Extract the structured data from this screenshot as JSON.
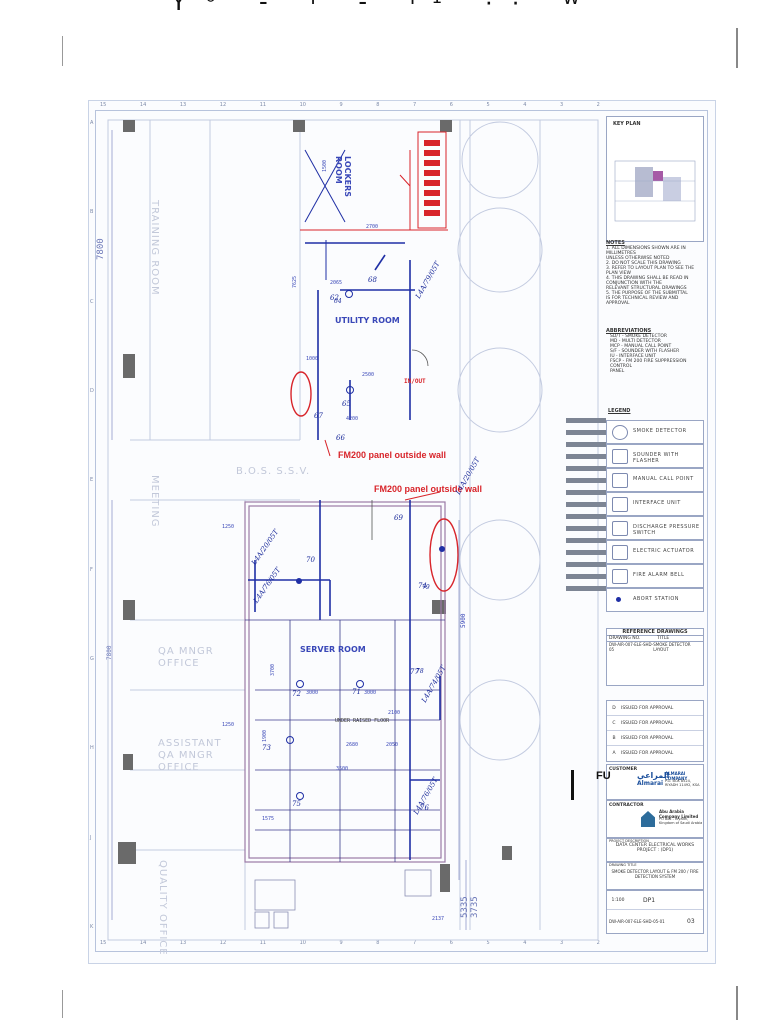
{
  "header_scribble": "Ÿ⁰ - ᴵ - ᴵ¹ ·· ᵂ",
  "grid": {
    "top_numbers": [
      "15",
      "14",
      "13",
      "12",
      "11",
      "10",
      "9",
      "8",
      "7",
      "6",
      "5",
      "4",
      "3",
      "2"
    ],
    "bottom_numbers": [
      "15",
      "14",
      "13",
      "12",
      "11",
      "10",
      "9",
      "8",
      "7",
      "6",
      "5",
      "4",
      "3",
      "2"
    ],
    "side_letters": [
      "A",
      "B",
      "C",
      "D",
      "E",
      "F",
      "G",
      "H",
      "J",
      "K"
    ]
  },
  "rooms": {
    "lockers": "LOCKERS ROOM",
    "utility": "UTILITY ROOM",
    "server": "SERVER ROOM",
    "bos": "B.O.S. S.S.V.",
    "qa_mngr": "QA MNGR OFFICE",
    "assistant": "ASSISTANT QA MNGR OFFICE",
    "training": "TRAINING ROOM",
    "meeting": "MEETING",
    "quality": "QUALITY OFFICE",
    "under_raised_floor": "UNDER RAISED FLOOR",
    "in_out": "IN/OUT"
  },
  "red_notes": {
    "fm200_left": "FM200 panel outside wall",
    "fm200_right": "FM200 panel outside wall"
  },
  "dimensions": {
    "d7800": "7800",
    "d7800b": "7800",
    "d5900": "5900",
    "d3735": "3735",
    "d5335": "5335",
    "d1250": "1250",
    "d1250b": "1250",
    "d2700": "2700",
    "d7625": "7625",
    "d4200": "4200",
    "d2500": "2500",
    "d1900": "1900",
    "d3000": "3000",
    "d3000b": "3000",
    "d3500": "3500",
    "d2050": "2050",
    "d2680": "2680",
    "d1575": "1575",
    "d1000": "1000",
    "d2065": "2065",
    "d3700": "3700",
    "d2100": "2100",
    "d1500": "1500",
    "d2137": "2137"
  },
  "handwritten": {
    "h1": "L4A/79/05T",
    "h2": "L4A/20/05T",
    "h3": "L4A/20/05T",
    "h4": "L4A/76/05T",
    "h5": "L4A/76/05T",
    "h6": "L4A/74/05T",
    "n62": "62",
    "n64": "64",
    "n65": "65",
    "n66": "66",
    "n67": "67",
    "n68": "68",
    "n69": "69",
    "n70": "70",
    "n71": "71",
    "n72": "72",
    "n73": "73",
    "n74": "74",
    "n75": "75",
    "n76": "76",
    "n77": "77",
    "n78": "78",
    "n79": "79"
  },
  "key_plan": {
    "title": "KEY PLAN"
  },
  "notes": {
    "title": "NOTES",
    "lines": [
      "1. ALL DIMENSIONS SHOWN ARE IN MILLIMETRES",
      "   UNLESS OTHERWISE NOTED",
      "2. DO NOT SCALE THIS DRAWING",
      "3. REFER TO LAYOUT PLAN TO SEE THE PLAN VIEW",
      "4. THIS DRAWING SHALL BE READ IN CONJUNCTION WITH THE",
      "   RELEVANT STRUCTURAL DRAWINGS",
      "5. THE PURPOSE OF THE SUBMITTAL",
      "   IS FOR TECHNICAL REVIEW AND APPROVAL"
    ]
  },
  "abbreviations": {
    "title": "ABBREVIATIONS",
    "lines": [
      "SD/T - SMOKE DETECTOR",
      "MD - MULTI DETECTOR",
      "MCP - MANUAL CALL POINT",
      "S/F - SOUNDER WITH FLASHER",
      "IU - INTERFACE UNIT",
      "FSCP - FM 200 FIRE SUPPRESSION CONTROL",
      "       PANEL"
    ]
  },
  "legend": {
    "title": "LEGEND",
    "items": [
      "SMOKE DETECTOR",
      "SOUNDER WITH FLASHER",
      "MANUAL CALL POINT",
      "INTERFACE UNIT",
      "DISCHARGE PRESSURE SWITCH",
      "ELECTRIC ACTUATOR",
      "FIRE ALARM BELL",
      "ABORT STATION"
    ]
  },
  "reference": {
    "title": "REFERENCE DRAWINGS",
    "col1": "DRAWING NO.",
    "col2": "TITLE",
    "row_no": "DW-AIR-007-ELE-SHD-05",
    "row_title": "SMOKE DETECTOR LAYOUT"
  },
  "revisions": [
    {
      "rev": "D",
      "desc": "ISSUED FOR APPROVAL"
    },
    {
      "rev": "C",
      "desc": "ISSUED FOR APPROVAL"
    },
    {
      "rev": "B",
      "desc": "ISSUED FOR APPROVAL"
    },
    {
      "rev": "A",
      "desc": "ISSUED FOR APPROVAL"
    }
  ],
  "customer": {
    "label": "CUSTOMER",
    "name_en": "ALMARAI COMPANY",
    "name_ar": "المراعي",
    "brand": "Almarai",
    "address": "P.O. BOX 8524, RIYADH 11492, KSA"
  },
  "contractor": {
    "label": "CONTRACTOR",
    "name": "Abu Arabia Company Limited",
    "address": "PO Box - Riyadh, Kingdom of Saudi Arabia"
  },
  "project": {
    "label": "PROJECT DESCRIPTION",
    "line1": "DATA CENTER ELECTRICAL WORKS",
    "line2": "PROJECT : (DP1)"
  },
  "drawing": {
    "title_label": "DRAWING TITLE",
    "title": "SMOKE DETECTOR LAYOUT & FM 200 / FIRE DETECTION SYSTEM",
    "number": "DW-AIR-007-ELE-SHD-05-01",
    "sheet": "DP1",
    "scale": "1:100",
    "rev": "03"
  },
  "side_fragment": "FU"
}
